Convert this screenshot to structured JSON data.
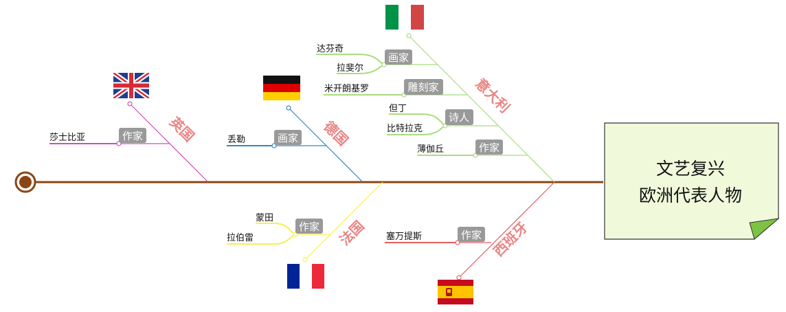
{
  "title": {
    "line1": "文艺复兴",
    "line2": "欧洲代表人物"
  },
  "colors": {
    "spine": "#8B4513",
    "note_fill": "#F0F9DA",
    "note_fold": "#7DC242",
    "tag_bg": "#999999",
    "italy": "#A8DD7C",
    "england": "#D14BBF",
    "germany": "#2E86C8",
    "france": "#F5F050",
    "spain": "#E85D5D",
    "label_italy": "#E98585",
    "label_england": "#E98585",
    "label_germany": "#E98585",
    "label_france": "#E98585",
    "label_spain": "#E98585"
  },
  "branches": {
    "italy": {
      "label": "意大利",
      "flag": "italy-flag",
      "groups": [
        {
          "tag": "画家",
          "names": [
            "达芬奇",
            "拉斐尔"
          ]
        },
        {
          "tag": "雕刻家",
          "names": [
            "米开朗基罗"
          ]
        },
        {
          "tag": "诗人",
          "names": [
            "但丁",
            "比特拉克"
          ]
        },
        {
          "tag": "作家",
          "names": [
            "薄伽丘"
          ]
        }
      ]
    },
    "england": {
      "label": "英国",
      "flag": "uk-flag",
      "groups": [
        {
          "tag": "作家",
          "names": [
            "莎士比亚"
          ]
        }
      ]
    },
    "germany": {
      "label": "德国",
      "flag": "germany-flag",
      "groups": [
        {
          "tag": "画家",
          "names": [
            "丢勒"
          ]
        }
      ]
    },
    "france": {
      "label": "法国",
      "flag": "france-flag",
      "groups": [
        {
          "tag": "作家",
          "names": [
            "蒙田",
            "拉伯雷"
          ]
        }
      ]
    },
    "spain": {
      "label": "西班牙",
      "flag": "spain-flag",
      "groups": [
        {
          "tag": "作家",
          "names": [
            "塞万提斯"
          ]
        }
      ]
    }
  }
}
